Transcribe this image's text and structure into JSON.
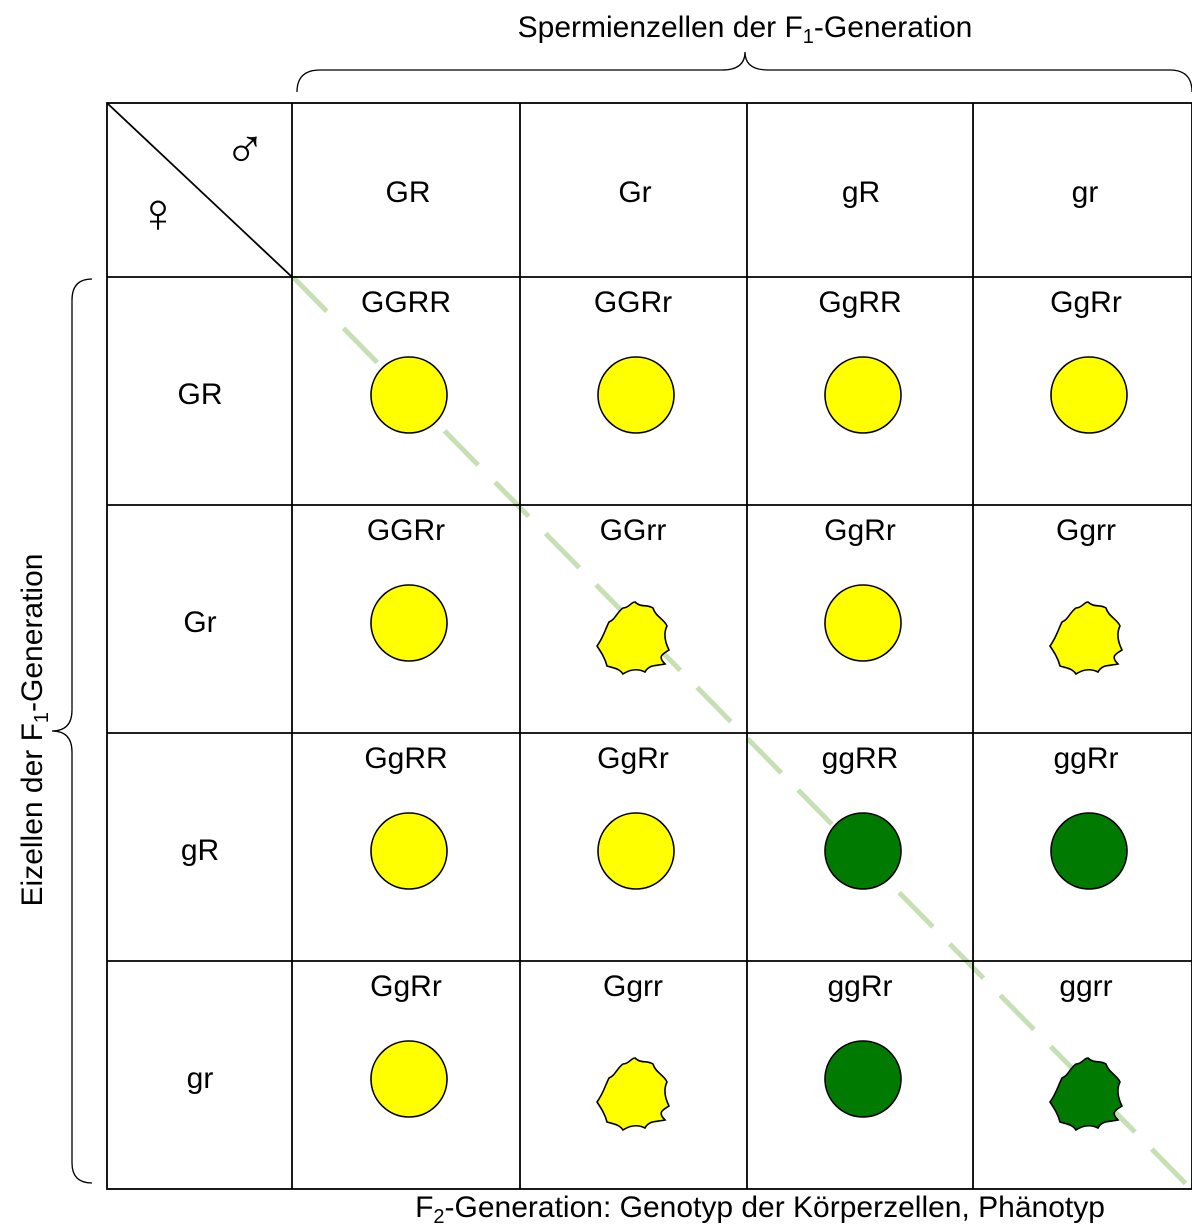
{
  "top_label": {
    "prefix": "Spermienzellen der F",
    "sub": "1",
    "suffix": "-Generation"
  },
  "side_label": {
    "prefix": "Eizellen der F",
    "sub": "1",
    "suffix": "-Generation"
  },
  "bottom_label": {
    "prefix": "F",
    "sub": "2",
    "suffix": "-Generation: Genotyp der Körperzellen, Phänotyp"
  },
  "corner": {
    "male_symbol": "♂",
    "female_symbol": "♀"
  },
  "column_headers": [
    "GR",
    "Gr",
    "gR",
    "gr"
  ],
  "row_headers": [
    "GR",
    "Gr",
    "gR",
    "gr"
  ],
  "colors": {
    "yellow": "#FFFF00",
    "green": "#007A00",
    "diagonal": "#C6E0B4",
    "grid": "#000000"
  },
  "cells": [
    [
      {
        "genotype": "GGRR",
        "color": "yellow",
        "shape": "round"
      },
      {
        "genotype": "GGRr",
        "color": "yellow",
        "shape": "round"
      },
      {
        "genotype": "GgRR",
        "color": "yellow",
        "shape": "round"
      },
      {
        "genotype": "GgRr",
        "color": "yellow",
        "shape": "round"
      }
    ],
    [
      {
        "genotype": "GGRr",
        "color": "yellow",
        "shape": "round"
      },
      {
        "genotype": "GGrr",
        "color": "yellow",
        "shape": "wrinkled"
      },
      {
        "genotype": "GgRr",
        "color": "yellow",
        "shape": "round"
      },
      {
        "genotype": "Ggrr",
        "color": "yellow",
        "shape": "wrinkled"
      }
    ],
    [
      {
        "genotype": "GgRR",
        "color": "yellow",
        "shape": "round"
      },
      {
        "genotype": "GgRr",
        "color": "yellow",
        "shape": "round"
      },
      {
        "genotype": "ggRR",
        "color": "green",
        "shape": "round"
      },
      {
        "genotype": "ggRr",
        "color": "green",
        "shape": "round"
      }
    ],
    [
      {
        "genotype": "GgRr",
        "color": "yellow",
        "shape": "round"
      },
      {
        "genotype": "Ggrr",
        "color": "yellow",
        "shape": "wrinkled"
      },
      {
        "genotype": "ggRr",
        "color": "green",
        "shape": "round"
      },
      {
        "genotype": "ggrr",
        "color": "green",
        "shape": "wrinkled"
      }
    ]
  ]
}
